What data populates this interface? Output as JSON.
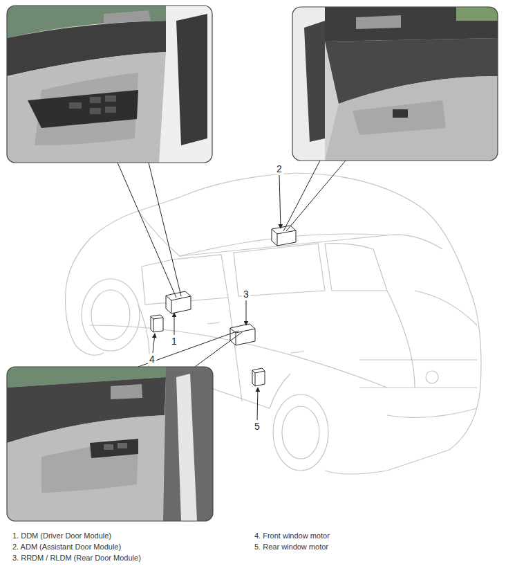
{
  "diagram": {
    "labels": [
      "2",
      "3",
      "1",
      "4",
      "5",
      "1. DDM (Driver Door Module)",
      "2. ADM (Assistant Door Module)",
      "3. RRDM / RLDM (Rear Door Module)",
      "4. Front window motor",
      "5. Rear window motor"
    ]
  }
}
